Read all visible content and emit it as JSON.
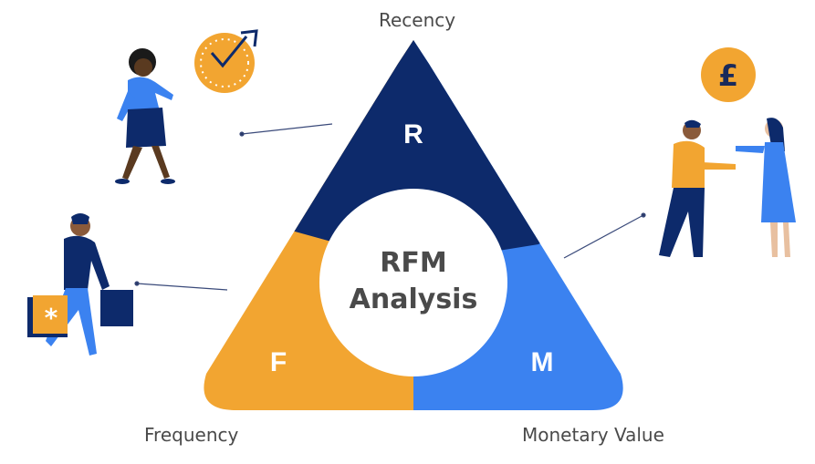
{
  "labels": {
    "recency": "Recency",
    "frequency": "Frequency",
    "monetary": "Monetary Value"
  },
  "segments": {
    "r": "R",
    "f": "F",
    "m": "M"
  },
  "center": {
    "line1": "RFM",
    "line2": "Analysis"
  },
  "coin_symbol": "£",
  "colors": {
    "recency": "#0d2a6b",
    "frequency": "#f2a531",
    "monetary": "#3b82f0",
    "text": "#4a4a4a"
  }
}
